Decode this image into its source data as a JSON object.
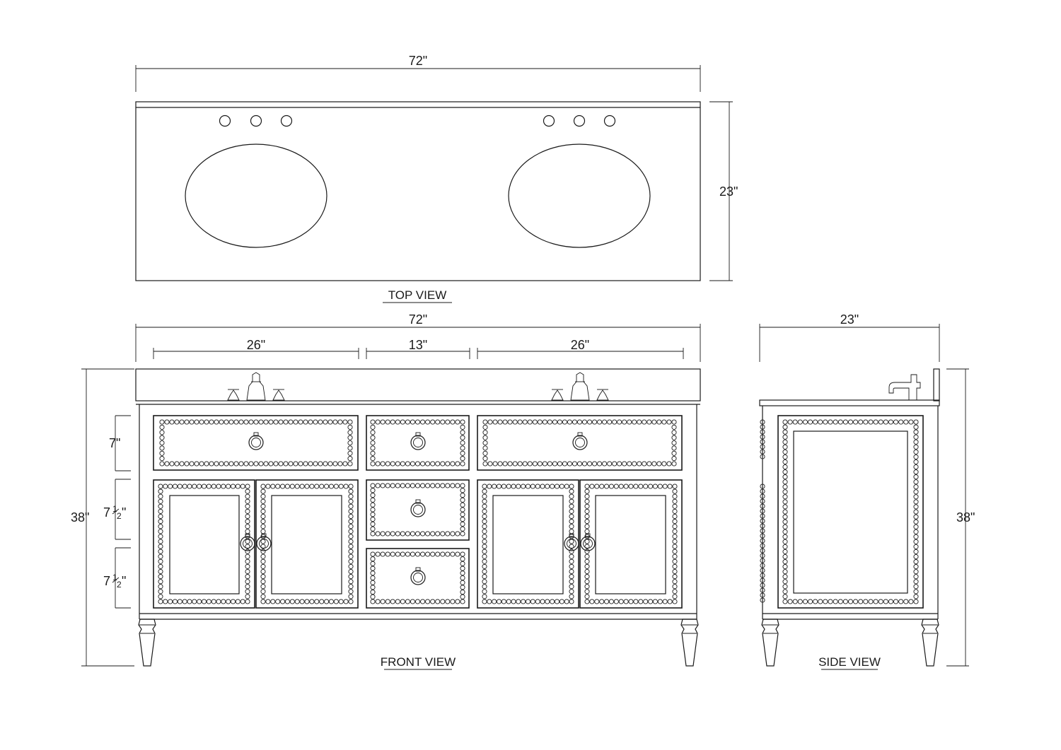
{
  "views": {
    "top": "TOP  VIEW",
    "front": "FRONT VIEW",
    "side": "SIDE VIEW"
  },
  "dimensions": {
    "top_width": "72\"",
    "top_depth": "23\"",
    "front_width": "72\"",
    "left_section": "26\"",
    "center_section": "13\"",
    "right_section": "26\"",
    "height_left": "38\"",
    "drawer_height": "7\"",
    "door_upper": "7",
    "door_lower": "7",
    "inch_mark": "\"",
    "side_depth": "23\"",
    "height_right": "38\""
  }
}
